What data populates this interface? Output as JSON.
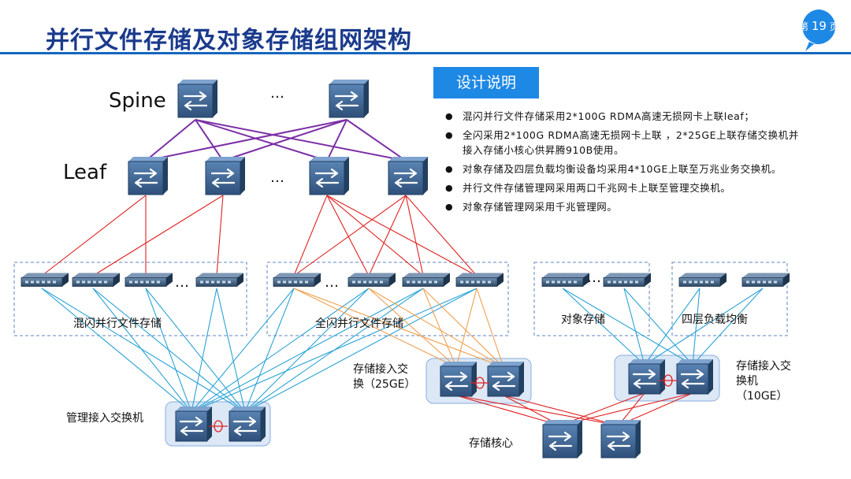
{
  "header": {
    "title": "并行文件存储及对象存储组网架构"
  },
  "page_badge": {
    "prefix": "第",
    "number": "19",
    "suffix": "页"
  },
  "design": {
    "heading": "设计说明",
    "notes": [
      "混闪并行文件存储采用2*100G RDMA高速无损网卡上联leaf；",
      "全闪采用2*100G RDMA高速无损网卡上联 ，2*25GE上联存储交换机并接入存储小核心供昇腾910B使用。",
      "对象存储及四层负载均衡设备均采用4*10GE上联至万兆业务交换机。",
      "并行文件存储管理网采用两口千兆网卡上联至管理交换机。",
      "对象存储管理网采用千兆管理网。"
    ]
  },
  "diagram": {
    "tiers": {
      "spine": "Spine",
      "leaf": "Leaf"
    },
    "ellipsis": "…",
    "groups": {
      "hybrid_flash": "混闪并行文件存储",
      "all_flash": "全闪并行文件存储",
      "object_storage": "对象存储",
      "l4_lb": "四层负载均衡"
    },
    "switch_labels": {
      "mgmt_access": "管理接入交换机",
      "storage_access_25ge": "存储接入交\n换（25GE）",
      "storage_access_10ge": "存储接入交\n换机\n（10GE）",
      "storage_core": "存储核心"
    },
    "colors": {
      "spine_leaf": "#7b2fa6",
      "leaf_server": "#e02020",
      "mgmt": "#29a3d6",
      "ge25": "#f0a050",
      "core": "#e02020",
      "switch": "#3f6590",
      "accent": "#1565c0"
    }
  }
}
